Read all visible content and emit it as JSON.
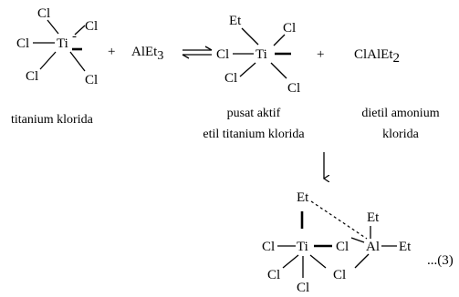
{
  "reactant_ticl4": {
    "cl_top": "Cl",
    "cl_topright": "Cl",
    "cl_left": "Cl",
    "metal": "Ti",
    "charge": "-",
    "cl_bottomleft": "Cl",
    "cl_bottomright": "Cl",
    "caption": "titanium klorida"
  },
  "plus_1": "+",
  "reagent": {
    "base": "AlEt",
    "sub": "3"
  },
  "product_center": {
    "et_top": "Et",
    "cl_topright": "Cl",
    "cl_left": "Cl",
    "metal": "Ti",
    "cl_bottomleft": "Cl",
    "cl_bottomright": "Cl",
    "caption_line1": "pusat aktif",
    "caption_line2": "etil titanium klorida"
  },
  "plus_2": "+",
  "byproduct": {
    "base": "ClAlEt",
    "sub": "2",
    "caption_line1": "dietil amonium",
    "caption_line2": "klorida"
  },
  "complex": {
    "et_bridge": "Et",
    "cl_left": "Cl",
    "ti": "Ti",
    "cl_mid": "Cl",
    "al": "Al",
    "et_al_top": "Et",
    "et_al_right": "Et",
    "cl_bottomleft": "Cl",
    "cl_bottom": "Cl",
    "cl_al_bottom": "Cl"
  },
  "equation_number": "...(3)"
}
